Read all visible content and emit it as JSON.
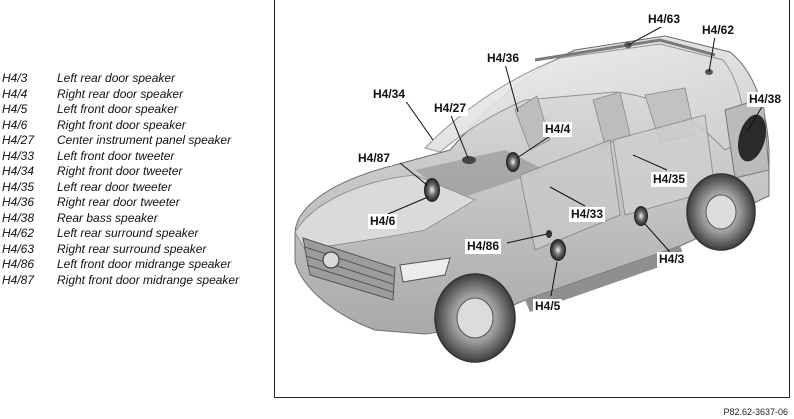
{
  "legend": [
    {
      "code": "H4/3",
      "description": "Left rear door speaker"
    },
    {
      "code": "H4/4",
      "description": "Right rear door speaker"
    },
    {
      "code": "H4/5",
      "description": "Left front door speaker"
    },
    {
      "code": "H4/6",
      "description": "Right front door speaker"
    },
    {
      "code": "H4/27",
      "description": "Center instrument panel speaker"
    },
    {
      "code": "H4/33",
      "description": "Left front door tweeter"
    },
    {
      "code": "H4/34",
      "description": "Right front door tweeter"
    },
    {
      "code": "H4/35",
      "description": "Left rear door tweeter"
    },
    {
      "code": "H4/36",
      "description": "Right rear door tweeter"
    },
    {
      "code": "H4/38",
      "description": "Rear bass speaker"
    },
    {
      "code": "H4/62",
      "description": "Left rear surround speaker"
    },
    {
      "code": "H4/63",
      "description": "Right rear surround speaker"
    },
    {
      "code": "H4/86",
      "description": "Left front door midrange speaker"
    },
    {
      "code": "H4/87",
      "description": "Right front door midrange speaker"
    }
  ],
  "callouts": [
    {
      "id": "h4-63",
      "label": "H4/63"
    },
    {
      "id": "h4-62",
      "label": "H4/62"
    },
    {
      "id": "h4-36",
      "label": "H4/36"
    },
    {
      "id": "h4-34",
      "label": "H4/34"
    },
    {
      "id": "h4-27",
      "label": "H4/27"
    },
    {
      "id": "h4-38",
      "label": "H4/38"
    },
    {
      "id": "h4-4",
      "label": "H4/4"
    },
    {
      "id": "h4-87",
      "label": "H4/87"
    },
    {
      "id": "h4-35",
      "label": "H4/35"
    },
    {
      "id": "h4-33",
      "label": "H4/33"
    },
    {
      "id": "h4-6",
      "label": "H4/6"
    },
    {
      "id": "h4-86",
      "label": "H4/86"
    },
    {
      "id": "h4-3",
      "label": "H4/3"
    },
    {
      "id": "h4-5",
      "label": "H4/5"
    }
  ],
  "figure_ref": "P82.62-3637-06"
}
